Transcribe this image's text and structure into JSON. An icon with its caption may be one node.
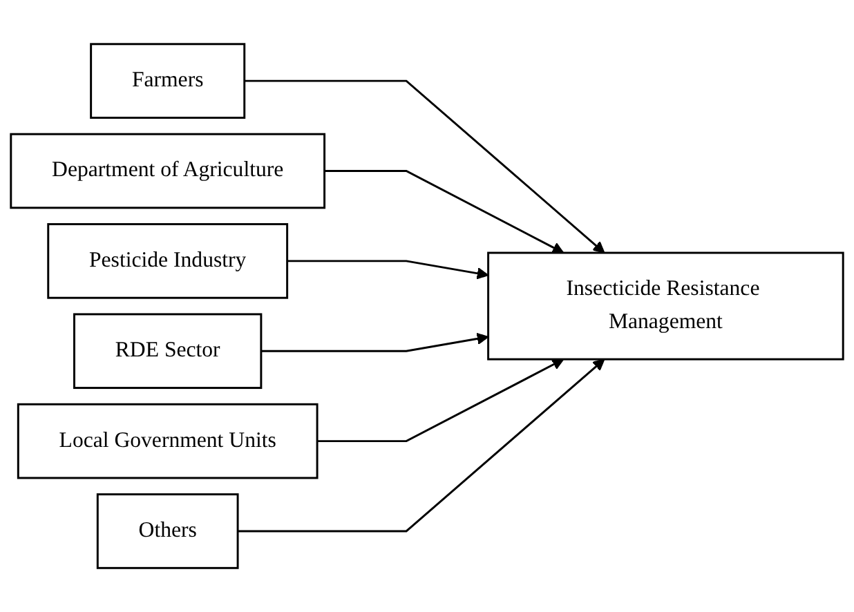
{
  "diagram": {
    "nodes": [
      {
        "text": [
          "Farmers"
        ]
      },
      {
        "text": [
          "Department of Agriculture"
        ]
      },
      {
        "text": [
          "Pesticide Industry"
        ]
      },
      {
        "text": [
          "RDE Sector"
        ]
      },
      {
        "text": [
          "Local Government Units"
        ]
      },
      {
        "text": [
          "Others"
        ]
      },
      {
        "text": [
          "Insecticide Resistance Management"
        ]
      }
    ],
    "edges": [
      {
        "from": 0,
        "to": 6,
        "arrow": "to"
      },
      {
        "from": 1,
        "to": 6,
        "arrow": "to"
      },
      {
        "from": 2,
        "to": 6,
        "arrow": "to"
      },
      {
        "from": 3,
        "to": 6,
        "arrow": "to"
      },
      {
        "from": 4,
        "to": 6,
        "arrow": "to"
      },
      {
        "from": 5,
        "to": 6,
        "arrow": "to"
      }
    ]
  }
}
